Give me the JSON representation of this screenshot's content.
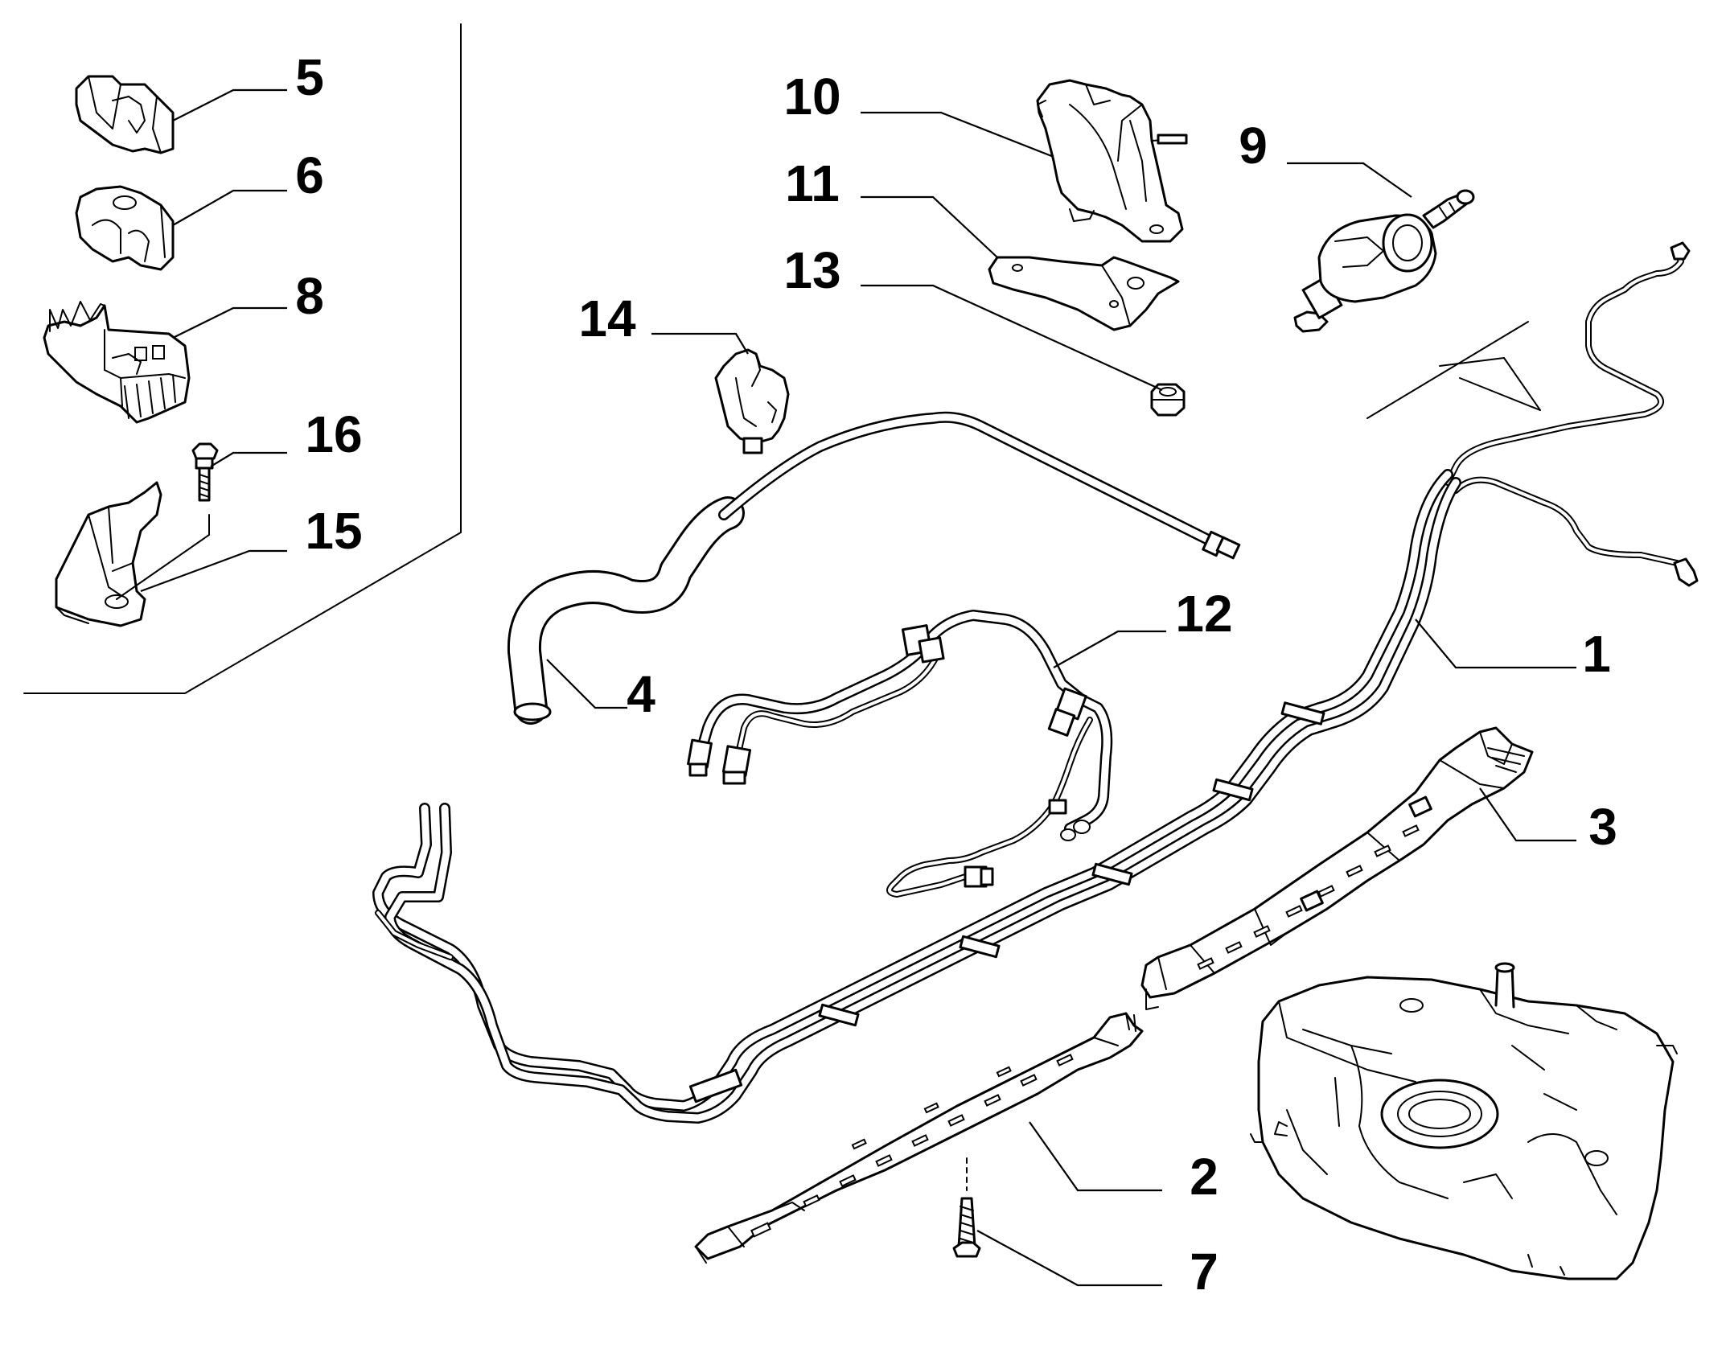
{
  "callouts": [
    {
      "id": "c1",
      "label": "1"
    },
    {
      "id": "c2",
      "label": "2"
    },
    {
      "id": "c3",
      "label": "3"
    },
    {
      "id": "c4",
      "label": "4"
    },
    {
      "id": "c5",
      "label": "5"
    },
    {
      "id": "c6",
      "label": "6"
    },
    {
      "id": "c7",
      "label": "7"
    },
    {
      "id": "c8",
      "label": "8"
    },
    {
      "id": "c9",
      "label": "9"
    },
    {
      "id": "c10",
      "label": "10"
    },
    {
      "id": "c11",
      "label": "11"
    },
    {
      "id": "c12",
      "label": "12"
    },
    {
      "id": "c13",
      "label": "13"
    },
    {
      "id": "c14",
      "label": "14"
    },
    {
      "id": "c15",
      "label": "15"
    },
    {
      "id": "c16",
      "label": "16"
    }
  ],
  "icons": {
    "fuel_tank": "fuel-tank-icon",
    "fuel_filter": "fuel-filter-icon",
    "fuel_pipe": "fuel-pipe-icon",
    "clip": "clip-icon",
    "bolt": "bolt-icon",
    "nut": "nut-icon",
    "bracket": "bracket-icon"
  },
  "colors": {
    "line": "#000000",
    "background": "#ffffff"
  }
}
